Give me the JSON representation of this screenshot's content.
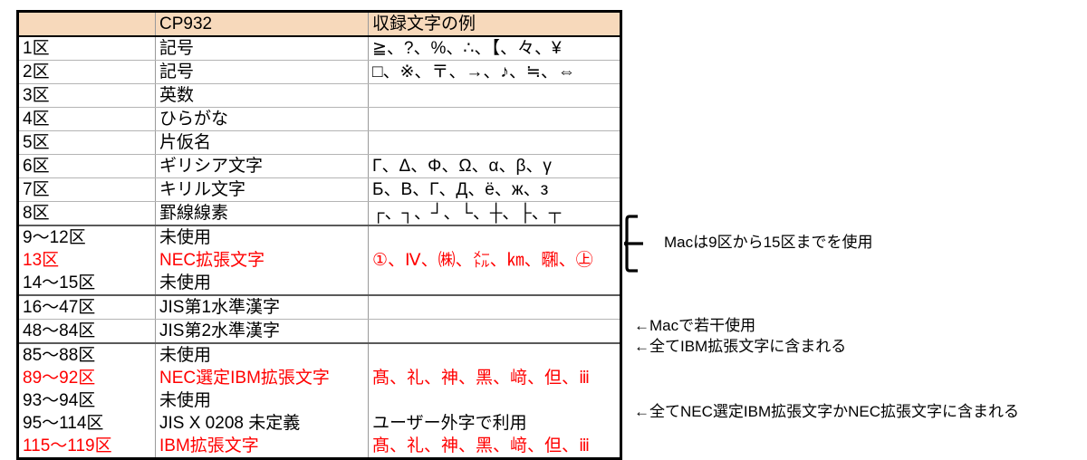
{
  "table": {
    "header": {
      "ku": "",
      "cp932": "CP932",
      "examples": "収録文字の例"
    },
    "header_bg": "#f7d9bb",
    "red_color": "#ff0000",
    "rows": [
      {
        "ku": "1区",
        "name": "記号",
        "examples": "≧、?、%、∴、【、々、¥",
        "red": false
      },
      {
        "ku": "2区",
        "name": "記号",
        "examples": "□、※、〒、→、♪、≒、⇔",
        "red": false
      },
      {
        "ku": "3区",
        "name": "英数",
        "examples": "",
        "red": false
      },
      {
        "ku": "4区",
        "name": "ひらがな",
        "examples": "",
        "red": false
      },
      {
        "ku": "5区",
        "name": "片仮名",
        "examples": "",
        "red": false
      },
      {
        "ku": "6区",
        "name": "ギリシア文字",
        "examples": "Γ、Δ、Φ、Ω、α、β、γ",
        "red": false
      },
      {
        "ku": "7区",
        "name": "キリル文字",
        "examples": "Б、В、Г、Д、ё、ж、з",
        "red": false
      },
      {
        "ku": "8区",
        "name": "罫線線素",
        "examples": "┌、┐、┘、└、┼、├、┬",
        "red": false
      }
    ],
    "group_mac": {
      "lines": [
        {
          "ku": "9〜12区",
          "name": "未使用",
          "red": false
        },
        {
          "ku": "13区",
          "name": "NEC拡張文字",
          "red": true
        },
        {
          "ku": "14〜15区",
          "name": "未使用",
          "red": false
        }
      ],
      "examples": "①、Ⅳ、㈱、㍍、㎞、㍼、㊤",
      "examples_red": true
    },
    "rows_jis": [
      {
        "ku": "16〜47区",
        "name": "JIS第1水準漢字",
        "examples": "",
        "red": false
      },
      {
        "ku": "48〜84区",
        "name": "JIS第2水準漢字",
        "examples": "",
        "red": false
      }
    ],
    "group_bottom": {
      "lines": [
        {
          "ku": "85〜88区",
          "name": "未使用",
          "examples": "",
          "red": false
        },
        {
          "ku": "89〜92区",
          "name": "NEC選定IBM拡張文字",
          "examples": "髙、礼、神、黑、﨑、但、ⅲ",
          "red": true
        },
        {
          "ku": "93〜94区",
          "name": "未使用",
          "examples": "",
          "red": false
        },
        {
          "ku": "95〜114区",
          "name": "JIS X 0208 未定義",
          "examples": "ユーザー外字で利用",
          "red": false
        },
        {
          "ku": "115〜119区",
          "name": "IBM拡張文字",
          "examples": "髙、礼、神、黑、﨑、但、ⅲ",
          "red": true
        }
      ]
    }
  },
  "annotations": {
    "brace_note": "Macは9区から15区までを使用",
    "mac_slight": "←Macで若干使用",
    "all_ibm": "←全てIBM拡張文字に含まれる",
    "all_nec": "←全てNEC選定IBM拡張文字かNEC拡張文字に含まれる"
  }
}
